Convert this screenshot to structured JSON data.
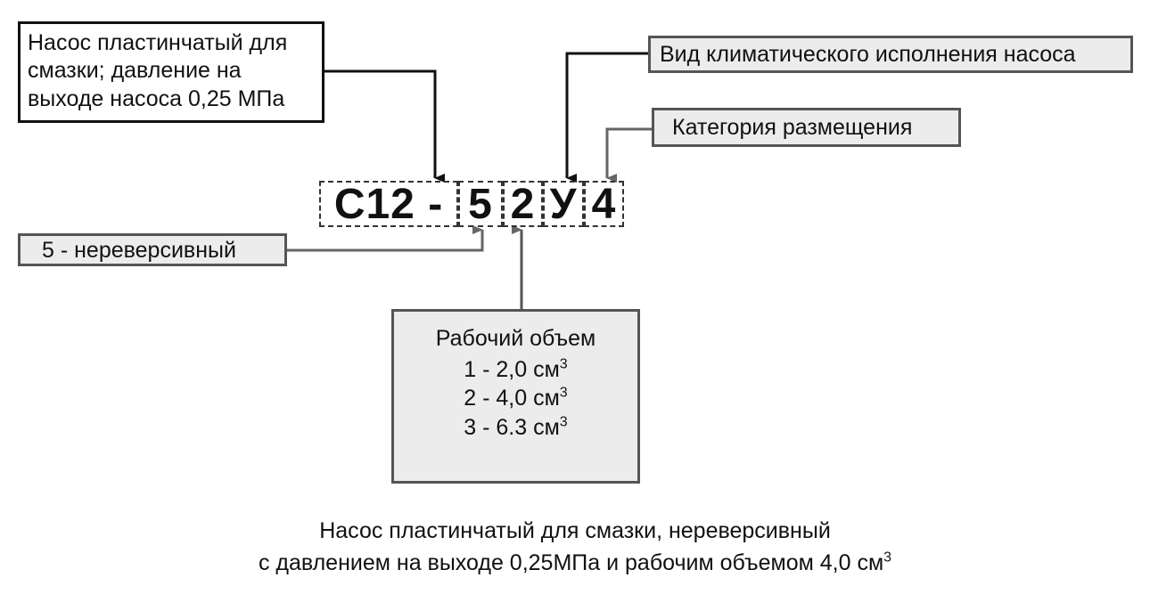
{
  "description": {
    "line1": "Насос пластинчатый  для",
    "line2": "смазки; давление на",
    "line3": "выходе насоса 0,25 МПа"
  },
  "climate_label": "Вид климатического исполнения насоса",
  "placement_label": "Категория размещения",
  "nonreversible_label": "5 - нереверсивный",
  "code": {
    "base": "С12 -",
    "five": "5",
    "two": "2",
    "u": "У",
    "four": "4"
  },
  "volume": {
    "title": "Рабочий объем",
    "options": [
      {
        "text": "1 - 2,0 см",
        "sup": "3"
      },
      {
        "text": "2 - 4,0 см",
        "sup": "3"
      },
      {
        "text": "3 - 6.3 см",
        "sup": "3"
      }
    ]
  },
  "summary": {
    "line1": "Насос пластинчатый для смазки, нереверсивный",
    "line2": "с давлением на выходе 0,25МПа и рабочим объемом  4,0 см",
    "line2_sup": "3"
  },
  "colors": {
    "dark_line": "#111111",
    "gray_line": "#666666",
    "gray_fill": "#ececec"
  }
}
